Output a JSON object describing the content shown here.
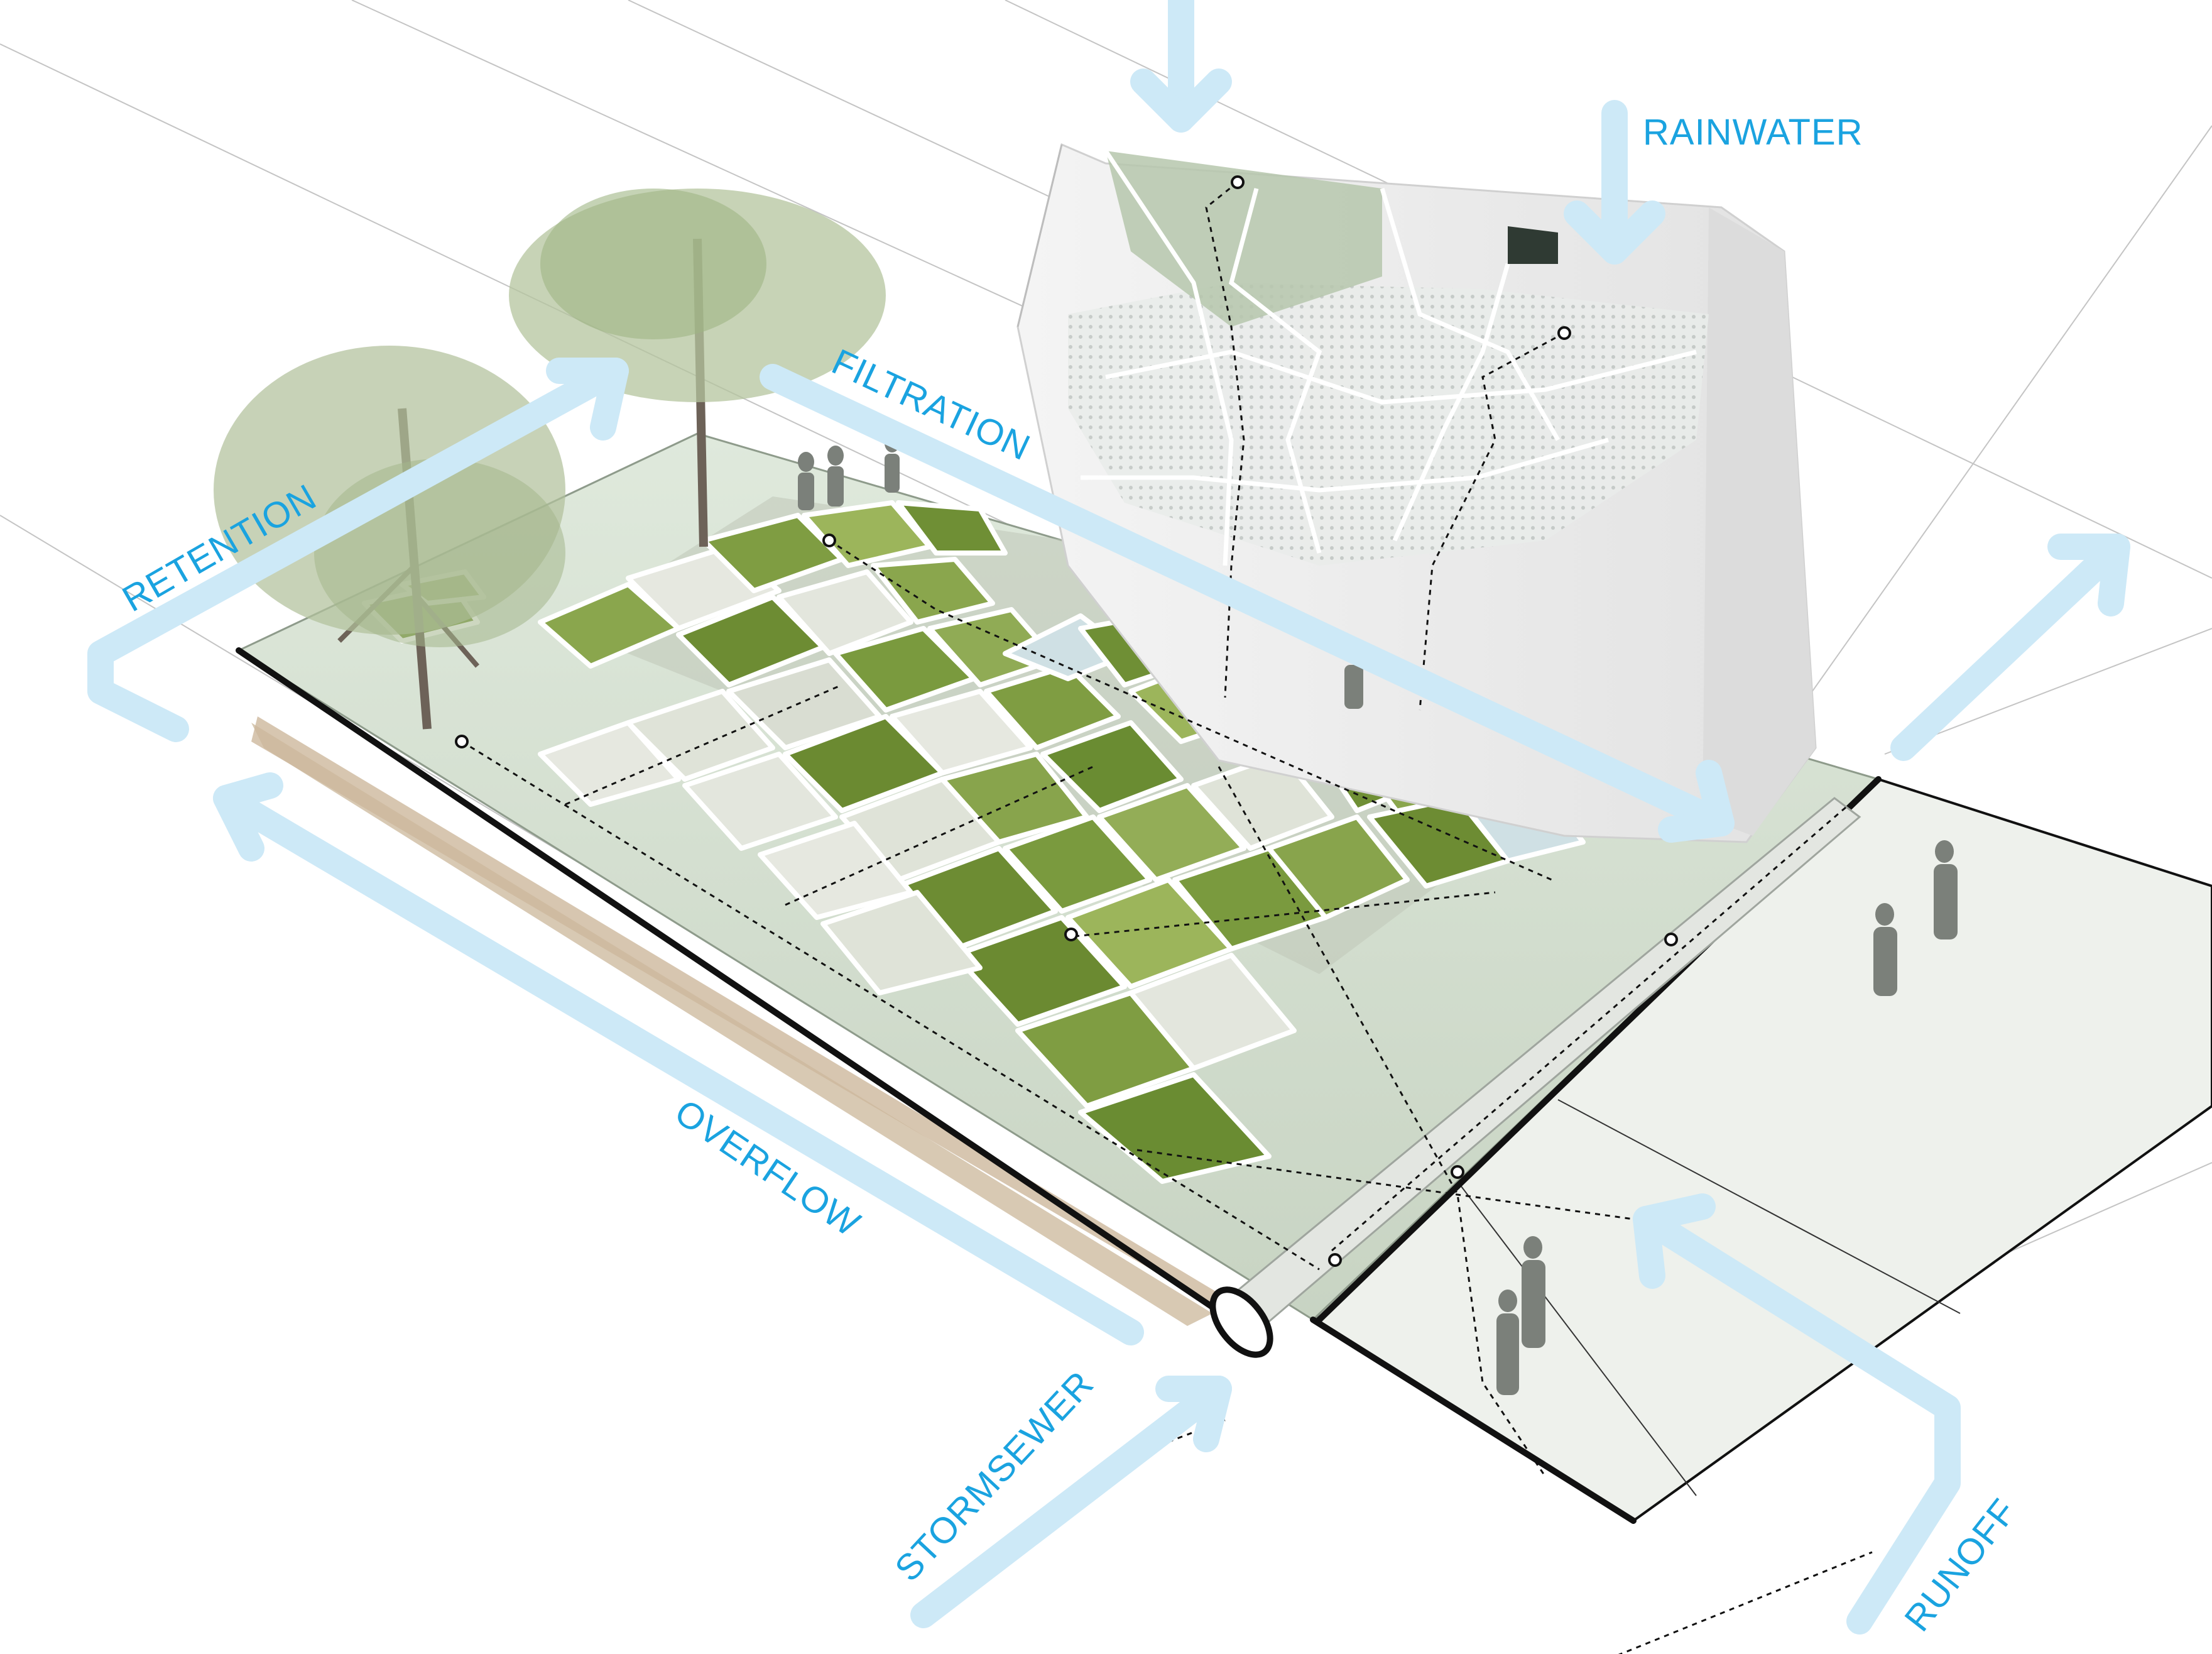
{
  "labels": {
    "rainwater": "RAINWATER",
    "filtration": "FILTRATION",
    "retention": "RETENTION",
    "overflow": "OVERFLOW",
    "stormsewer": "STORMSEWER",
    "runoff": "RUNOFF"
  },
  "colors": {
    "label_blue": "#1aa3e0",
    "flow_arrow": "#cde9f7",
    "plaza_green": "#7a9a3e",
    "pavement": "#c9cfc3",
    "building": "#ececec",
    "edge_black": "#111111"
  }
}
